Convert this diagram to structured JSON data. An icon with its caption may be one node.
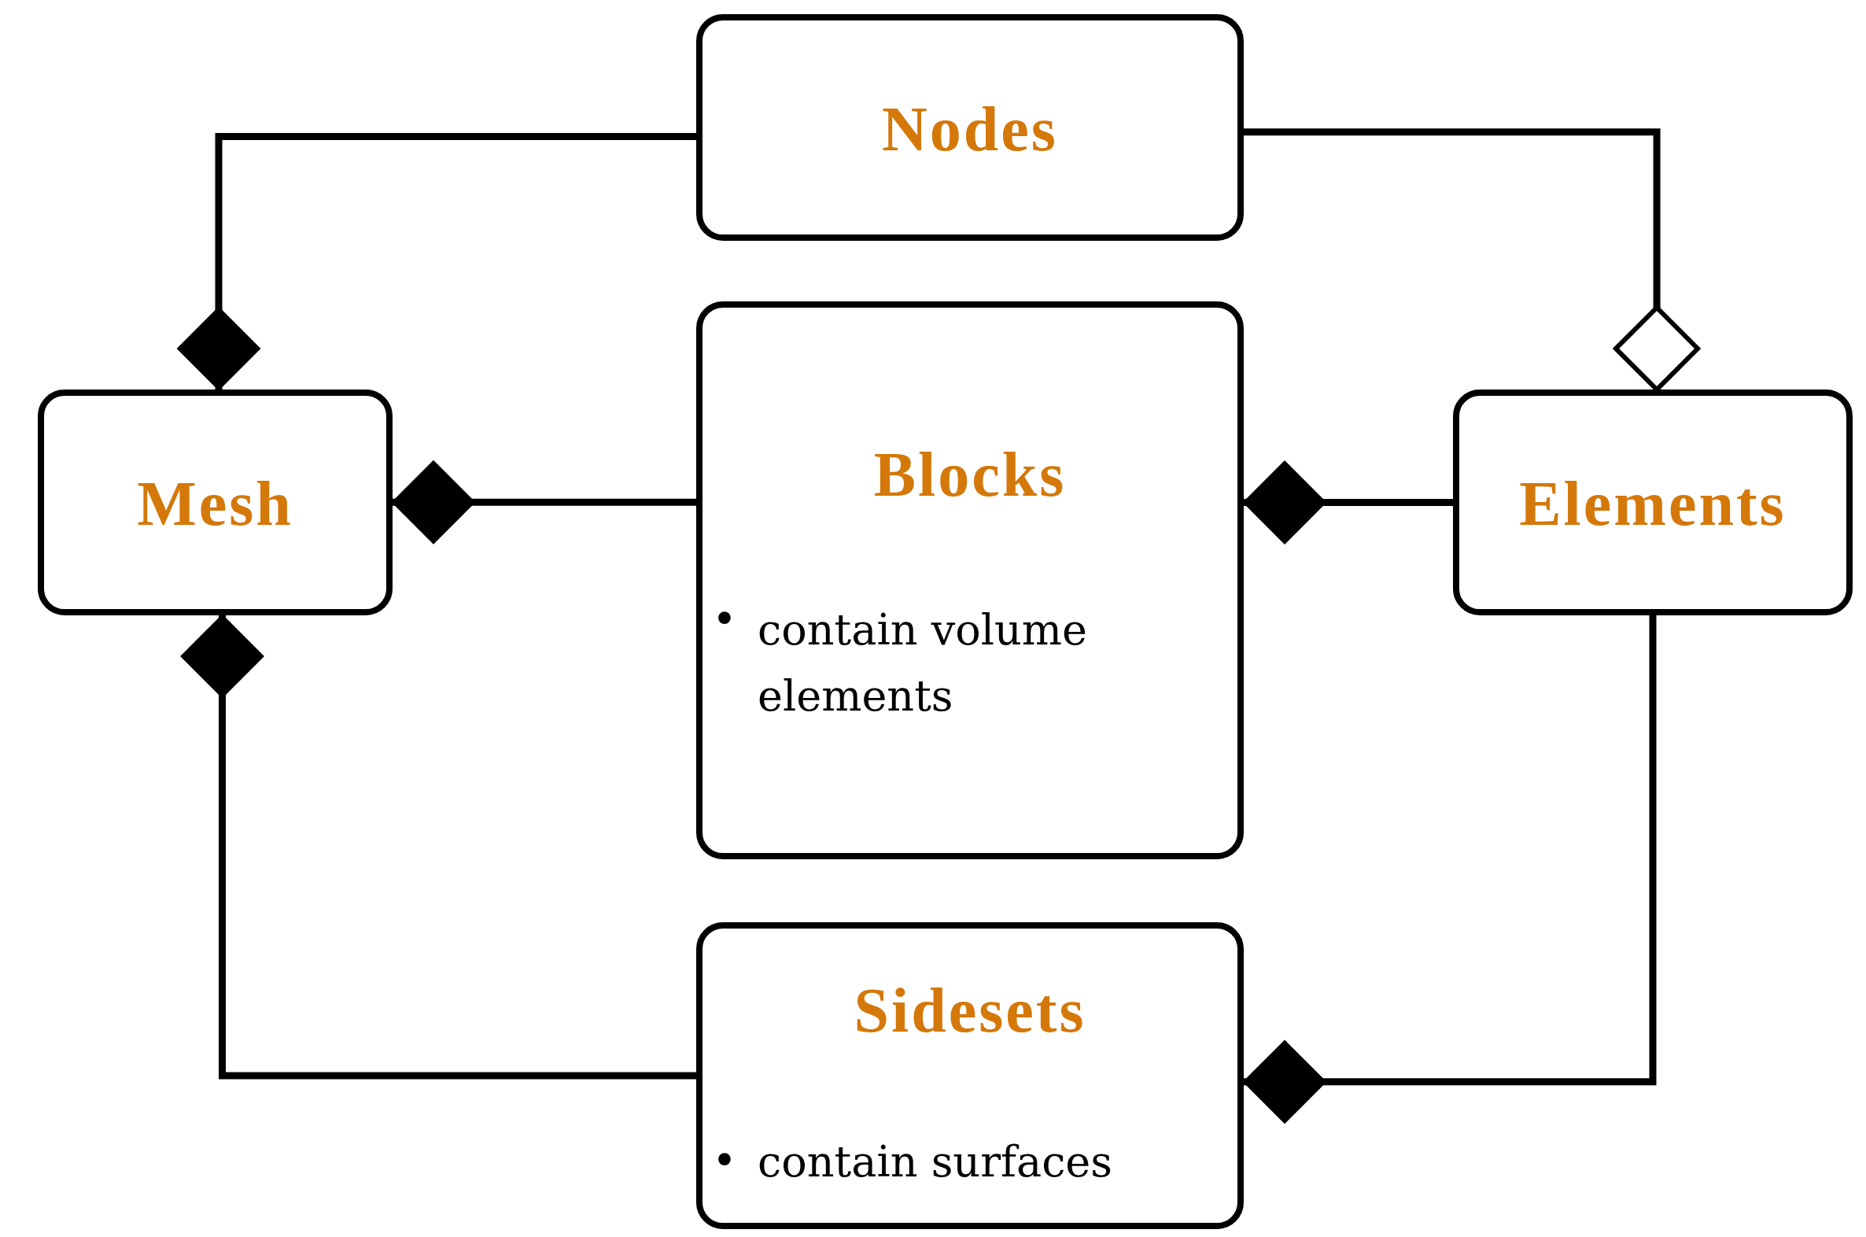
{
  "diagram": {
    "nodes": [
      {
        "text": [
          "Nodes"
        ]
      },
      {
        "text": [
          "Mesh"
        ]
      },
      {
        "text": [
          "Blocks",
          "contain volume elements"
        ]
      },
      {
        "text": [
          "Elements"
        ]
      },
      {
        "text": [
          "Sidesets",
          "contain surfaces"
        ]
      }
    ],
    "edges": [
      {
        "from": 0,
        "to": 1,
        "arrow": "other"
      },
      {
        "from": 2,
        "to": 1,
        "arrow": "other"
      },
      {
        "from": 4,
        "to": 1,
        "arrow": "other"
      },
      {
        "from": 0,
        "to": 3,
        "arrow": "other"
      },
      {
        "from": 3,
        "to": 2,
        "arrow": "other"
      },
      {
        "from": 3,
        "to": 4,
        "arrow": "other"
      }
    ],
    "labels": [
      "•",
      "•"
    ]
  }
}
